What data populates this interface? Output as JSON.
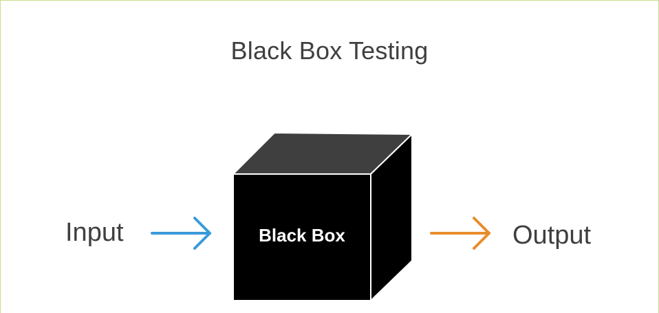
{
  "title": "Black Box Testing",
  "input_label": "Input",
  "output_label": "Output",
  "box_label": "Black Box",
  "colors": {
    "input_arrow": "#3a9ad9",
    "output_arrow": "#e88c2a",
    "cube_top": "#3f3f3f",
    "cube_front": "#000000",
    "cube_side": "#000000",
    "text": "#3f3f3f"
  }
}
